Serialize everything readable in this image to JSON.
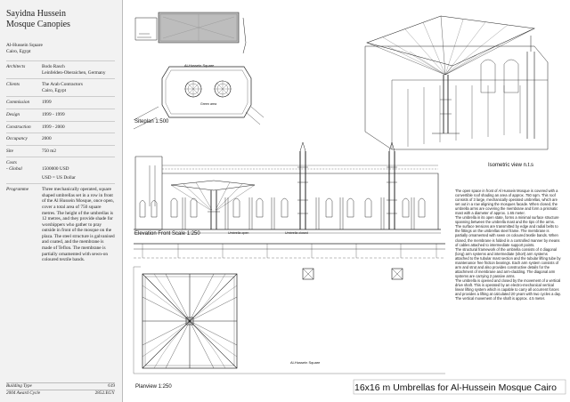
{
  "project": {
    "title_line1": "Sayidna Hussein",
    "title_line2": "Mosque Canopies",
    "location_line1": "Al-Hussein Square",
    "location_line2": "Cairo, Egypt"
  },
  "facts": [
    {
      "key": "Architects",
      "lines": [
        "Bodo Rasch",
        "Leinfelden-Oberaichen, Germany"
      ]
    },
    {
      "key": "Clients",
      "lines": [
        "The Arab Contractors",
        "Cairo, Egypt"
      ]
    },
    {
      "key": "Commission",
      "lines": [
        "1999"
      ]
    },
    {
      "key": "Design",
      "lines": [
        "1999 - 1999"
      ]
    },
    {
      "key": "Construction",
      "lines": [
        "1999 - 2000"
      ]
    },
    {
      "key": "Occupancy",
      "lines": [
        "2000"
      ]
    },
    {
      "key": "Site",
      "lines": [
        "750 m2"
      ]
    }
  ],
  "costs": {
    "label": "Costs",
    "global_label": "- Global",
    "global_value": "1500000 USD",
    "note": "USD = US Dollar"
  },
  "programme": {
    "label": "Programme",
    "text": "Three mechanically operated, square shaped umbrellas set in a row in front of the Al Hussein Mosque, once open, cover a total area of 750 square metres. The height of the umbrellas is 12 metres, and they provide shade for worshippers who gather to pray outside in front of the mosque on the plaza. The steel structure is galvanised and coated, and the membrane is made of Teflon. The membrane is partially ornamented with sewn-on coloured textile bands."
  },
  "footer": [
    {
      "left": "Building Type",
      "right": "619"
    },
    {
      "left": "2004 Award Cycle",
      "right": "2852.EGY"
    }
  ],
  "labels": {
    "siteplan": "Siteplan 1:500",
    "isometric": "Isometric view  n.t.s",
    "elevation": "Elevation  Front  Scale 1:250",
    "planview": "Planview 1:250",
    "umbrella_open": "Umbrella open",
    "umbrella_closed": "Umbrella closed",
    "hussein_square": "Al-Hussein Square",
    "hussein_square_plan": "Al-Hussein Square",
    "green_area": "Green area"
  },
  "drawing_title": "16x16 m Umbrellas for Al-Hussein Mosque Cairo",
  "description": [
    "The open space in front of Al Hussein Mosque is covered with a convertible roof shading an area of approx. 750 sqm. This roof consists of 3 large, mechanically operated umbrellas, which are set out in a row aligning the mosques facade. When closed, the umbrella arms are covering the membrane and form a prismatic mast with a diameter of approx. 1.65 meter.",
    "The umbrella in its open state, forms a minimal surface structure spanning between the umbrella mast and the tips of the arms. The surface tensions are transmitted by edge and radial belts to the fittings on the umbrellas steel frame. The membrane is partially ornamented with sewn on coloured textile bands. When closed, the membrane is folded in a controlled manner by means of cables attached to intermediate support points.",
    "The structural framework of the umbrella consists of 4 diagonal (long) arm systems and intermediate (short) arm systems attached to the tubular mast section and the tubular lifting tube by maintenance free friction bearings. Each arm system consists of arm and strut and also provides constructive details for the attachment of membrane and arm-cladding. The diagonal arm systems are carrying 2 passive arms.",
    "The umbrella is opened and closed by the movement of a vertical drive shaft. This is operated by an electro-mechanical vertical linear lifting system which is capable to carry all occurrent forces and provides a lifting at calculated 20 years with two cycles a day. The vertical movement of the shaft is approx. 4.5 meter."
  ]
}
